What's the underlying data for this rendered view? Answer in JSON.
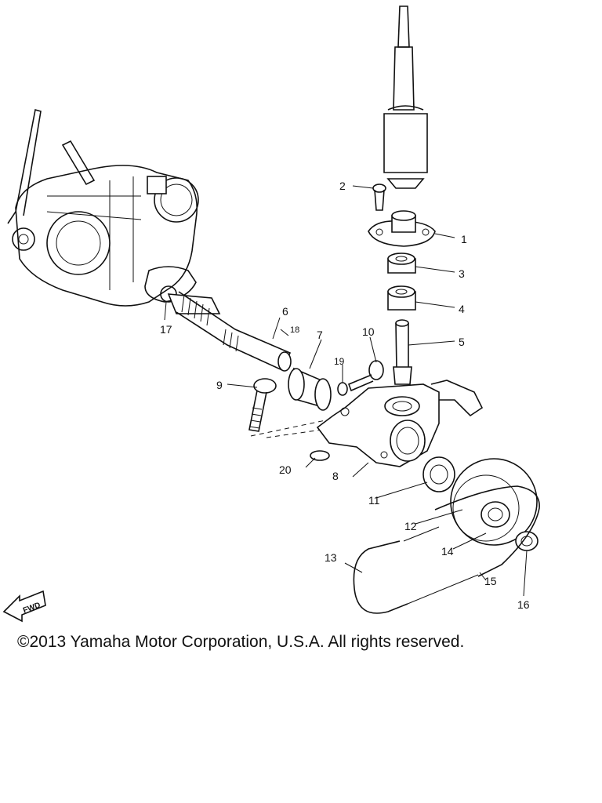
{
  "diagram": {
    "labels": {
      "p1": "1",
      "p2": "2",
      "p3": "3",
      "p4": "4",
      "p5": "5",
      "p6": "6",
      "p7": "7",
      "p8": "8",
      "p9": "9",
      "p10": "10",
      "p11": "11",
      "p12": "12",
      "p13": "13",
      "p14": "14",
      "p15": "15",
      "p16": "16",
      "p17": "17",
      "p18": "18",
      "p19": "19",
      "p20": "20"
    },
    "direction_arrow": "FWD"
  },
  "footer": {
    "copyright": "©2013 Yamaha Motor Corporation, U.S.A. All rights reserved."
  }
}
